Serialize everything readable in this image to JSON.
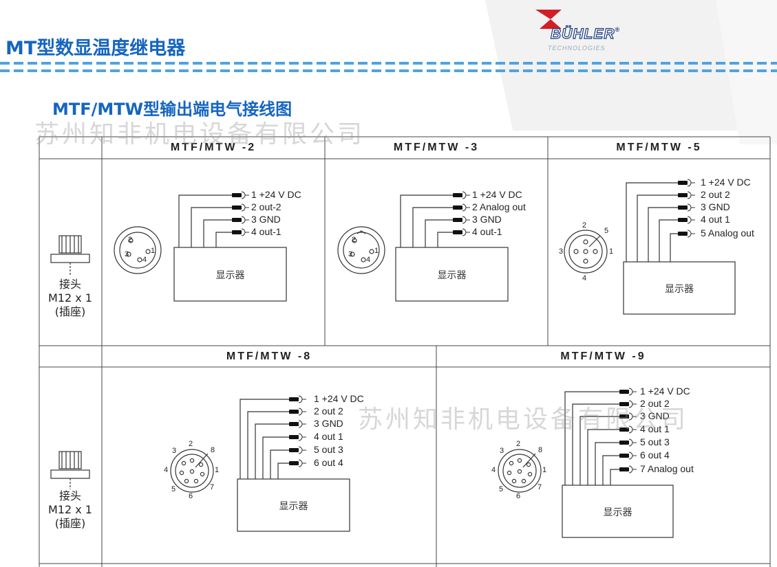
{
  "header": {
    "title": "MT型数显温度继电器",
    "subtitle": "MTF/MTW型输出端电气接线图",
    "logo_text": "BÜHLER",
    "logo_registered": "®",
    "logo_sub": "TECHNOLOGIES"
  },
  "watermark": "苏州知非机电设备有限公司",
  "connector": {
    "line1": "接头",
    "line2": "M12 x 1",
    "line3": "(插座)"
  },
  "display_label": "显示器",
  "panels": [
    {
      "title": "MTF/MTW -2",
      "pins": [
        "1",
        "2",
        "3",
        "4"
      ],
      "wires": [
        "1  +24 V DC",
        "2  out-2",
        "3  GND",
        "4  out-1"
      ]
    },
    {
      "title": "MTF/MTW -3",
      "pins": [
        "1",
        "2",
        "3",
        "4"
      ],
      "wires": [
        "1  +24 V DC",
        "2 Analog out",
        "3  GND",
        "4  out-1"
      ]
    },
    {
      "title": "MTF/MTW -5",
      "pins": [
        "1",
        "2",
        "3",
        "4",
        "5"
      ],
      "wires": [
        "1  +24 V DC",
        "2  out 2",
        "3  GND",
        "4  out 1",
        "5  Analog out"
      ]
    },
    {
      "title": "MTF/MTW -8",
      "pins": [
        "1",
        "2",
        "3",
        "4",
        "5",
        "6",
        "7",
        "8"
      ],
      "wires": [
        "1  +24 V DC",
        "2  out 2",
        "3  GND",
        "4  out 1",
        "5  out 3",
        "6  out 4"
      ]
    },
    {
      "title": "MTF/MTW -9",
      "pins": [
        "1",
        "2",
        "3",
        "4",
        "5",
        "6",
        "7",
        "8"
      ],
      "wires": [
        "1  +24 V DC",
        "2  out 2",
        "3  GND",
        "4  out 1",
        "5  out 3",
        "6  out 4",
        "7  Analog out"
      ]
    }
  ],
  "colors": {
    "title": "#1565c0",
    "dash": "#4fa3e0",
    "logo_red": "#d21f26",
    "logo_blue": "#1a3a7a"
  }
}
